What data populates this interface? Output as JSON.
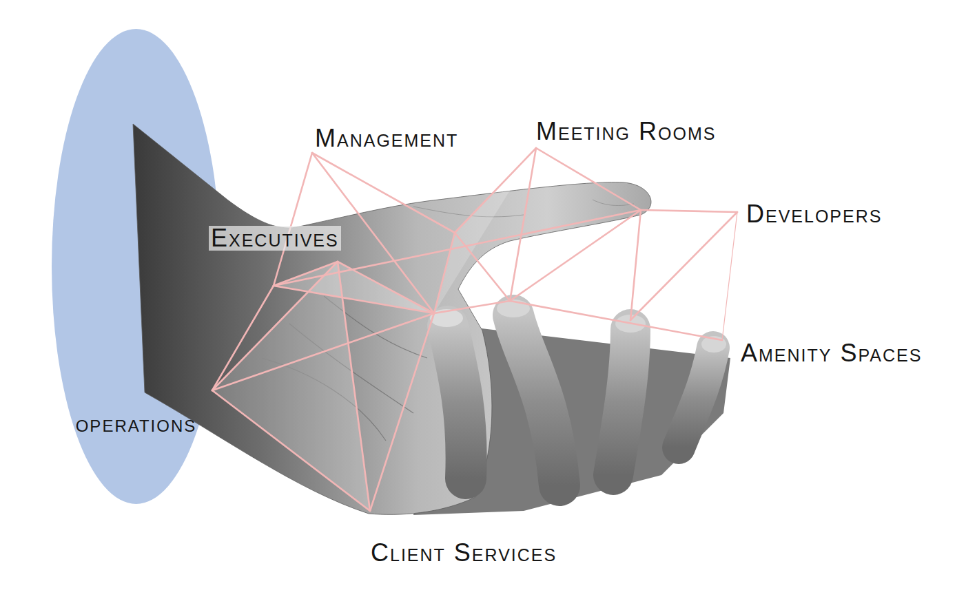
{
  "diagram": {
    "nodes": [
      {
        "text": [
          "operations"
        ]
      }
    ],
    "labels": [
      "Management",
      "Meeting Rooms",
      "Developers",
      "Executives",
      "Amenity Spaces",
      "Client Services"
    ]
  }
}
